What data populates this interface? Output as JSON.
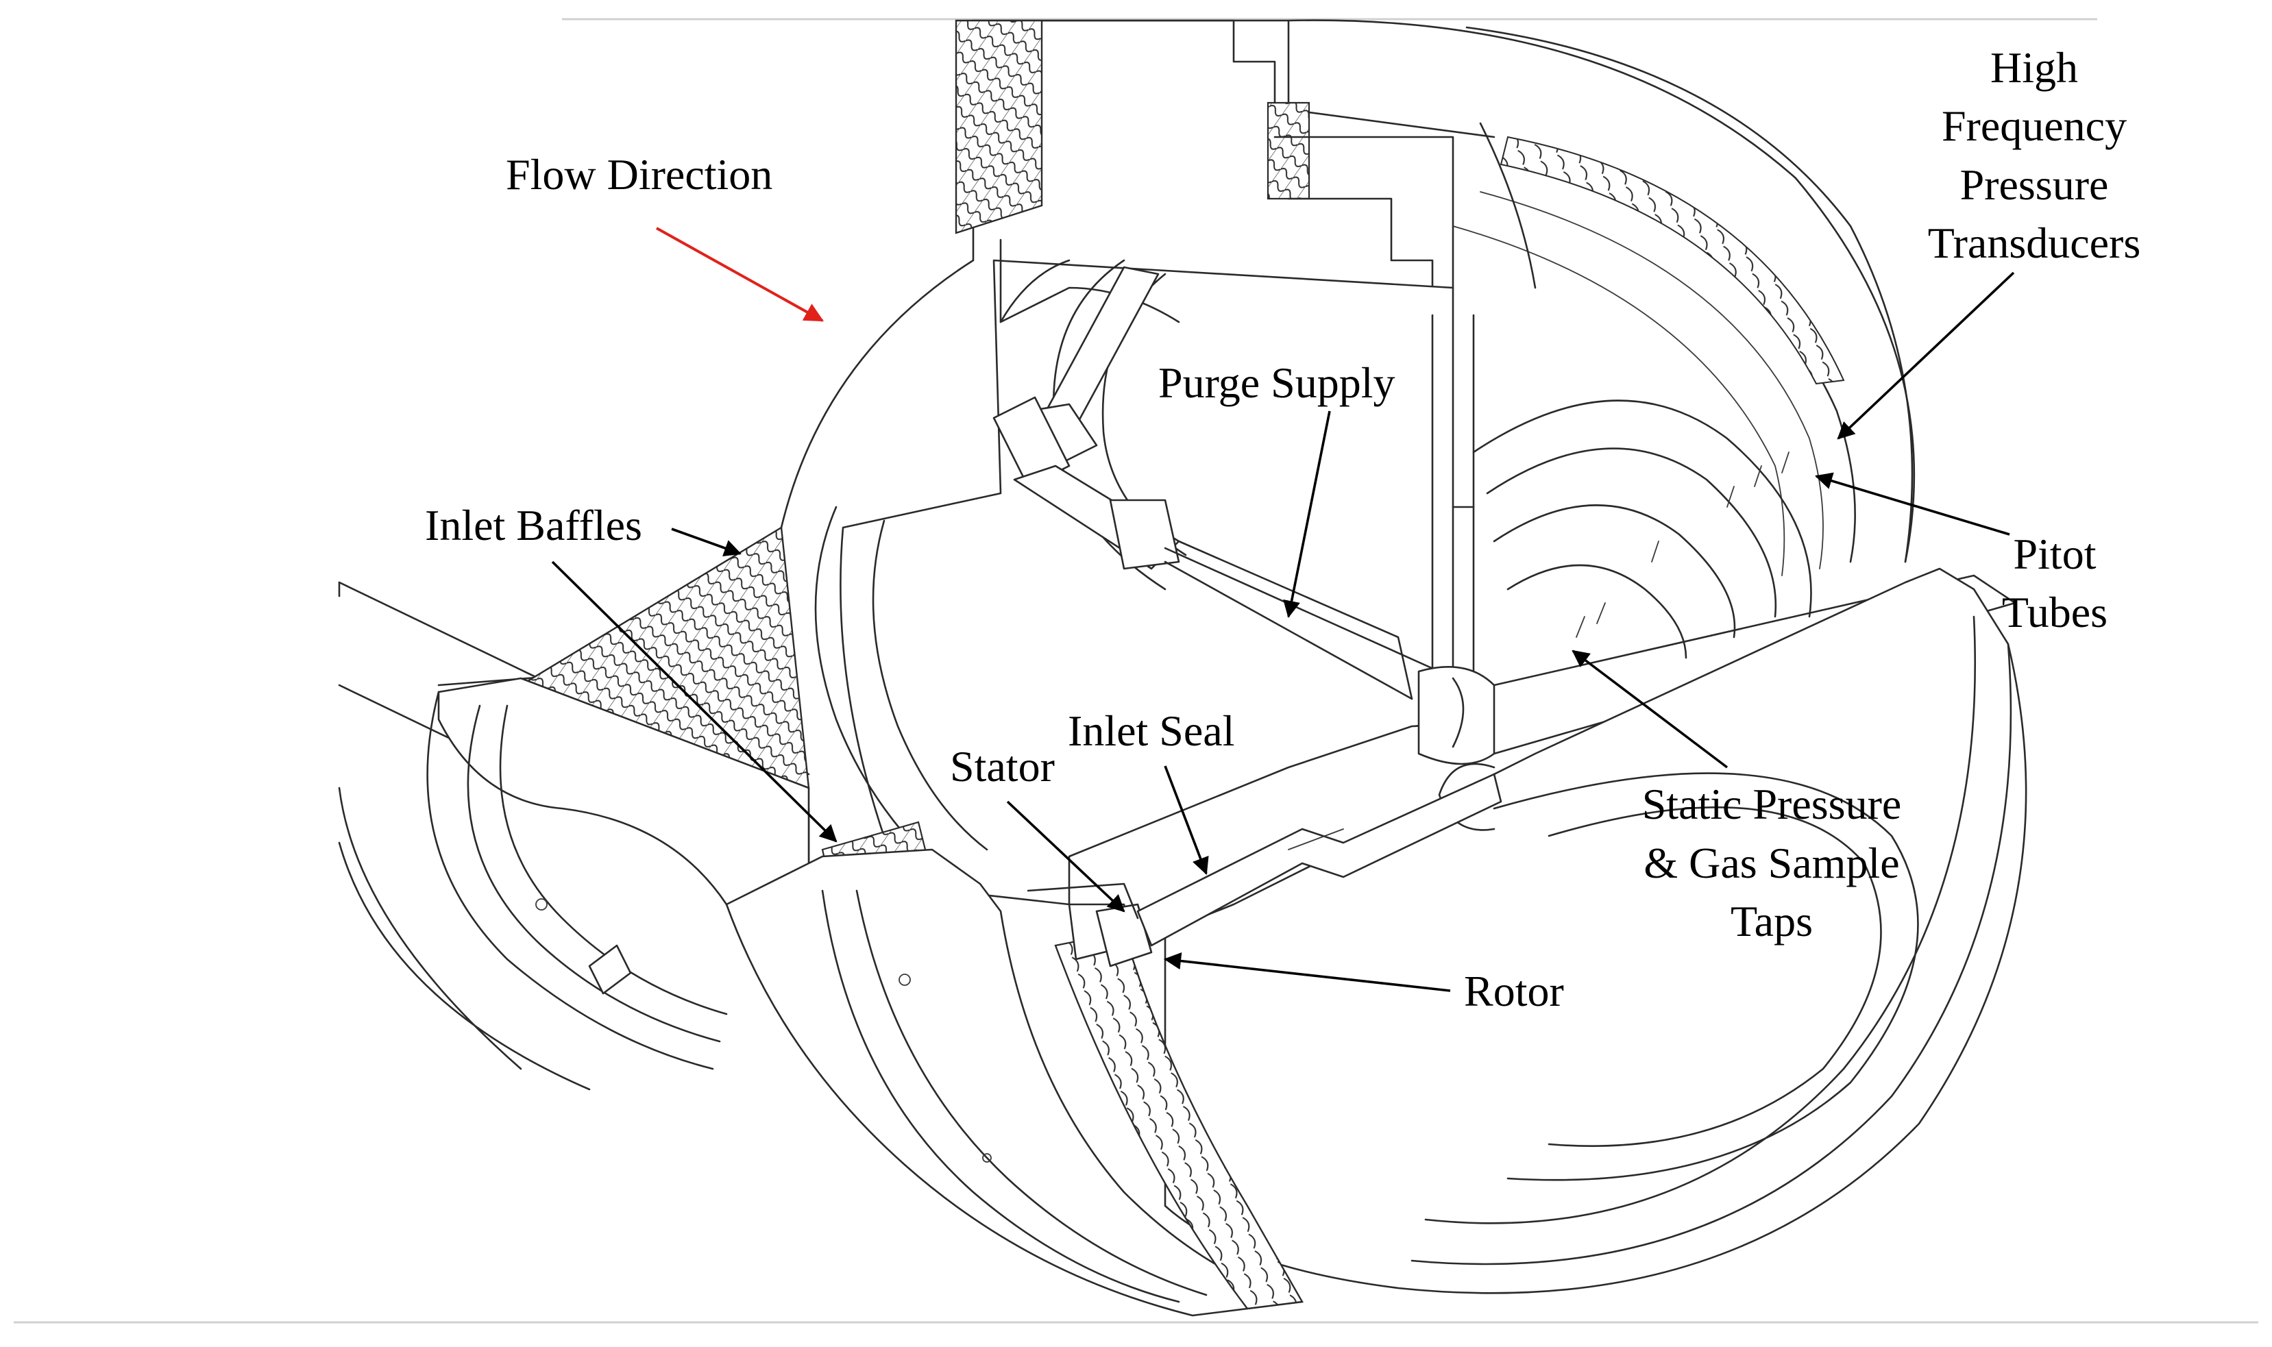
{
  "labels": {
    "flow_direction": "Flow Direction",
    "hfpt_line1": "High",
    "hfpt_line2": "Frequency",
    "hfpt_line3": "Pressure",
    "hfpt_line4": "Transducers",
    "purge_supply": "Purge Supply",
    "inlet_baffles": "Inlet Baffles",
    "pitot_line1": "Pitot",
    "pitot_line2": "Tubes",
    "inlet_seal": "Inlet Seal",
    "stator": "Stator",
    "static_line1": "Static Pressure",
    "static_line2": "& Gas Sample",
    "static_line3": "Taps",
    "rotor": "Rotor"
  },
  "colors": {
    "flow_arrow": "#e0221b",
    "callout": "#000000",
    "drawing_line": "#2a2a2a",
    "background": "#ffffff"
  }
}
